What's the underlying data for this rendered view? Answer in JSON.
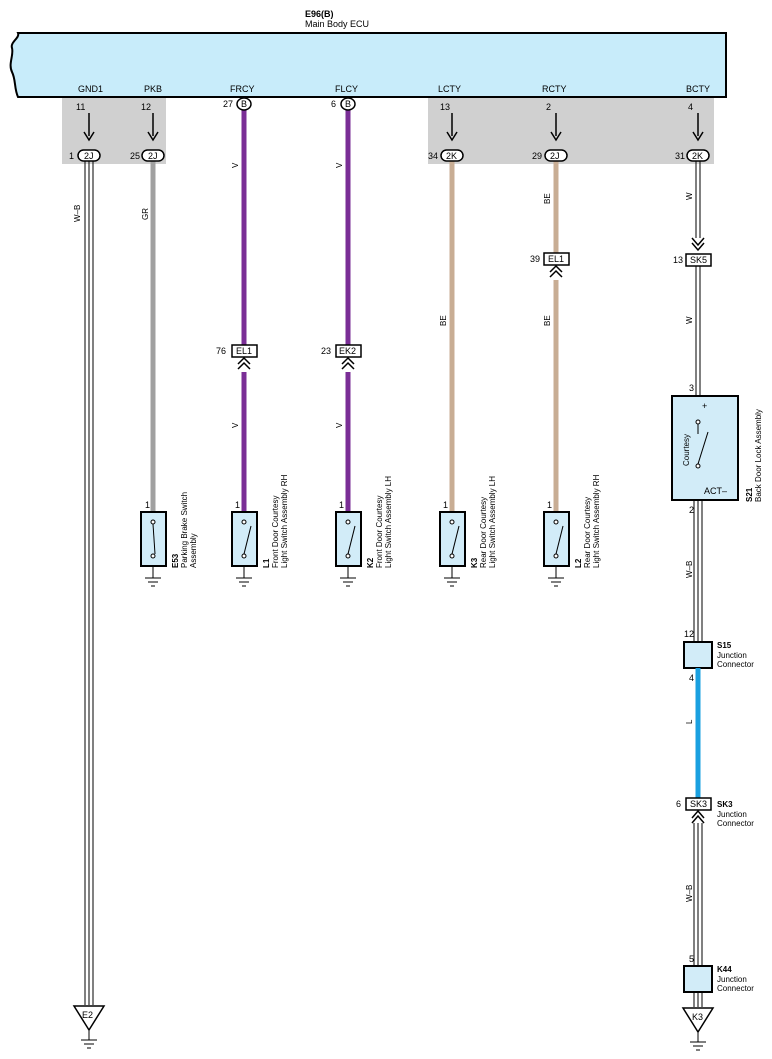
{
  "ecu": {
    "id": "E96(B)",
    "name": "Main Body ECU"
  },
  "colors": {
    "ecu_fill": "#c8ecfa",
    "shade": "#d0d0d0",
    "violet": "#7a2e96",
    "gray": "#a0a0a0",
    "beige": "#c8ad94",
    "blue": "#1aa0e0",
    "switch_fill": "#d2ecf8"
  },
  "signals": [
    {
      "name": "GND1",
      "pin": "11",
      "conn_pin": "1",
      "conn": "2J",
      "wire": "W–B"
    },
    {
      "name": "PKB",
      "pin": "12",
      "conn_pin": "25",
      "conn": "2J",
      "wire": "GR"
    },
    {
      "name": "FRCY",
      "pin": "27",
      "conn": "B",
      "wire": "V",
      "wire2": "V",
      "junction": "EL1",
      "junction_pin": "76"
    },
    {
      "name": "FLCY",
      "pin": "6",
      "conn": "B",
      "wire": "V",
      "wire2": "V",
      "junction": "EK2",
      "junction_pin": "23"
    },
    {
      "name": "LCTY",
      "pin": "13",
      "conn_pin": "34",
      "conn": "2K",
      "wire": "BE"
    },
    {
      "name": "RCTY",
      "pin": "2",
      "conn_pin": "29",
      "conn": "2J",
      "wire": "BE",
      "wire2": "BE",
      "junction": "EL1",
      "junction_pin": "39"
    },
    {
      "name": "BCTY",
      "pin": "4",
      "conn_pin": "31",
      "conn": "2K",
      "wire": "W",
      "wire2": "W",
      "junction": "SK5",
      "junction_pin": "13"
    }
  ],
  "switches": [
    {
      "pin": "1",
      "code": "E53",
      "line1": "Parking Brake Switch",
      "line2": "Assembly"
    },
    {
      "pin": "1",
      "code": "L1",
      "line1": "Front Door Courtesy",
      "line2": "Light Switch Assembly RH"
    },
    {
      "pin": "1",
      "code": "K2",
      "line1": "Front Door Courtesy",
      "line2": "Light Switch Assembly LH"
    },
    {
      "pin": "1",
      "code": "K3",
      "line1": "Rear Door Courtesy",
      "line2": "Light Switch Assembly LH"
    },
    {
      "pin": "1",
      "code": "L2",
      "line1": "Rear Door Courtesy",
      "line2": "Light Switch Assembly RH"
    }
  ],
  "back_door": {
    "code": "S21",
    "name": "Back Door Lock Assembly",
    "inner": "Courtesy",
    "plus": "+",
    "act": "ACT–",
    "pin_top": "3",
    "pin_bottom": "2"
  },
  "lower_chain": {
    "wire_wb1": "W–B",
    "s15": {
      "code": "S15",
      "line1": "Junction",
      "line2": "Connector",
      "pin_top": "12",
      "pin_bottom": "4"
    },
    "wire_l": "L",
    "sk3": {
      "label": "SK3",
      "pin": "6",
      "code": "SK3",
      "line1": "Junction",
      "line2": "Connector"
    },
    "wire_wb2": "W–B",
    "k44": {
      "code": "K44",
      "line1": "Junction",
      "line2": "Connector",
      "pin_top": "5"
    }
  },
  "grounds": {
    "left": "E2",
    "right": "K3"
  }
}
